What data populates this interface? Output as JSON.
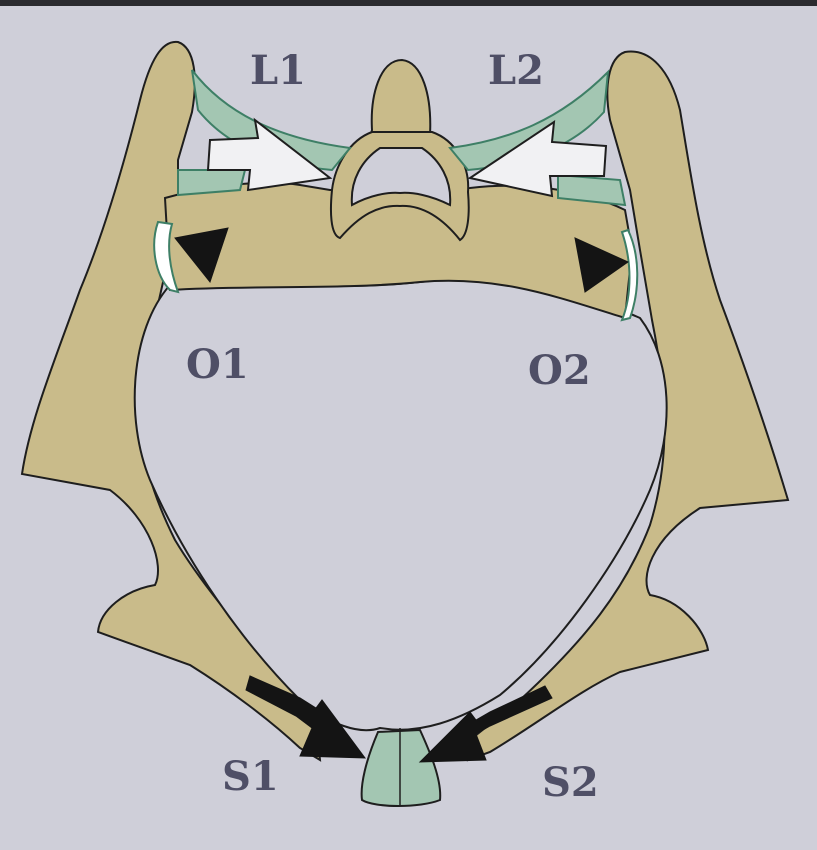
{
  "labels": {
    "L1": "L1",
    "L2": "L2",
    "O1": "O1",
    "O2": "O2",
    "S1": "S1",
    "S2": "S2"
  },
  "colors": {
    "bone": "#c9bb8a",
    "cartilage": "#a3c6b2",
    "outline": "#1e1e1e",
    "background": "#cfcfd9",
    "arrow_dark": "#141414",
    "arrow_light": "#f1f1f3",
    "label": "#4f4f66"
  }
}
